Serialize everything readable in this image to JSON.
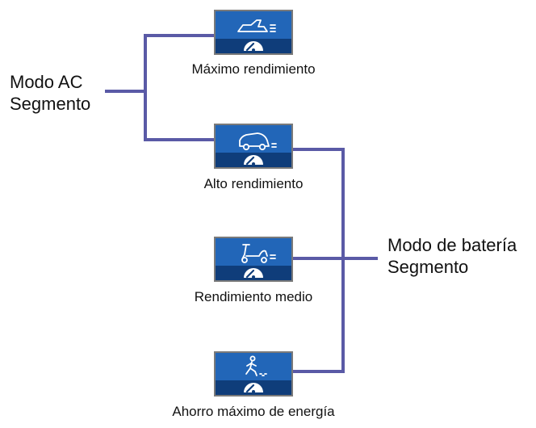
{
  "colors": {
    "connector": "#5a5aa6",
    "tile_top": "#2266b8",
    "tile_bottom": "#0f3d7a",
    "tile_border": "#7a7a7a",
    "icon": "#ffffff",
    "gauge": "#0f3d7a"
  },
  "groups": {
    "ac": {
      "line1": "Modo AC",
      "line2": "Segmento"
    },
    "battery": {
      "line1": "Modo de batería",
      "line2": "Segmento"
    }
  },
  "modes": [
    {
      "label": "Máximo rendimiento",
      "icon": "airplane-icon"
    },
    {
      "label": "Alto rendimiento",
      "icon": "car-icon"
    },
    {
      "label": "Rendimiento medio",
      "icon": "scooter-icon"
    },
    {
      "label": "Ahorro máximo de energía",
      "icon": "walking-person-icon"
    }
  ]
}
